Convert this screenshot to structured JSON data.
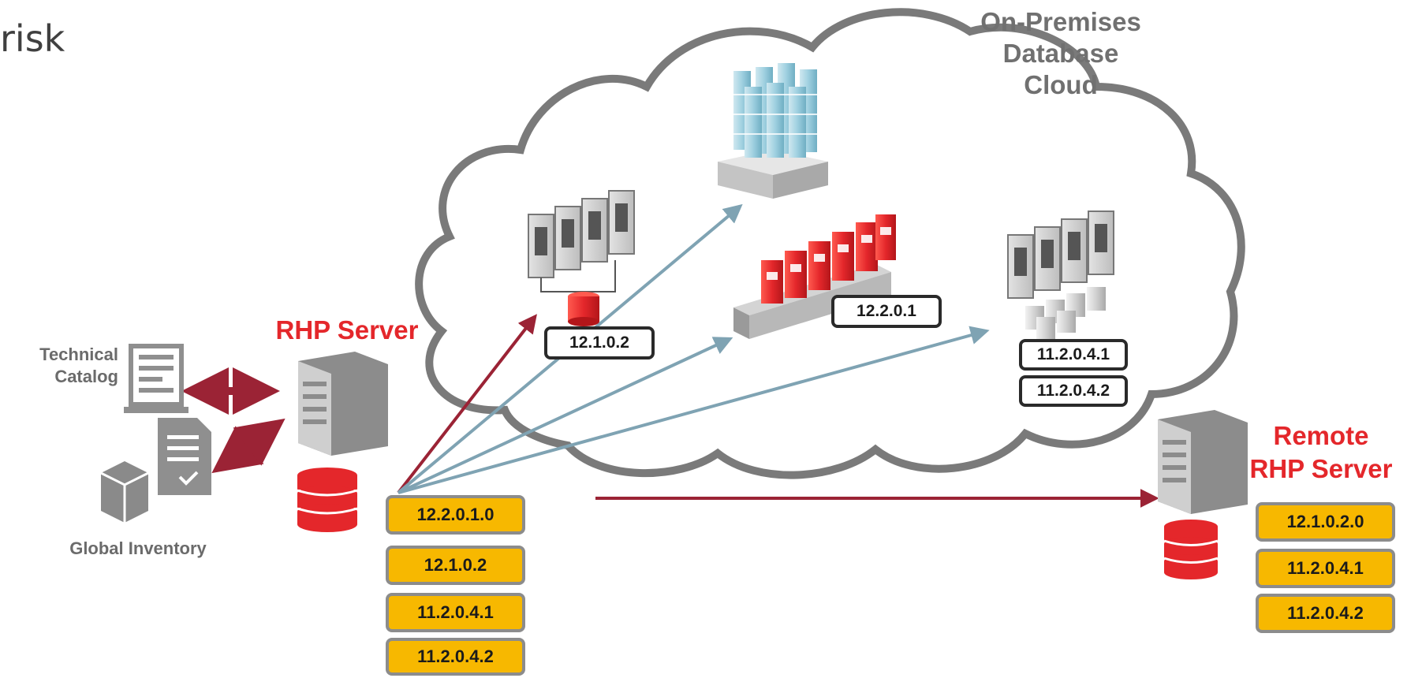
{
  "title_fragment": "risk",
  "cloud": {
    "title_line1": "On-Premises",
    "title_line2": "Database Cloud"
  },
  "rhp_server": {
    "label": "RHP Server",
    "versions": [
      "12.2.0.1.0",
      "12.1.0.2",
      "11.2.0.4.1",
      "11.2.0.4.2"
    ]
  },
  "remote_rhp_server": {
    "label_line1": "Remote",
    "label_line2": "RHP Server",
    "versions": [
      "12.1.0.2.0",
      "11.2.0.4.1",
      "11.2.0.4.2"
    ]
  },
  "technical_catalog": {
    "label_line1": "Technical",
    "label_line2": "Catalog"
  },
  "global_inventory": {
    "label": "Global Inventory"
  },
  "cloud_targets": {
    "server_cluster_left": {
      "version": "12.1.0.2"
    },
    "exadata_rack": {
      "version": "12.2.0.1"
    },
    "server_cluster_right": {
      "versions": [
        "11.2.0.4.1",
        "11.2.0.4.2"
      ]
    }
  },
  "colors": {
    "brand_red": "#e4272b",
    "arrow_maroon": "#9b2335",
    "arrow_steel": "#7fa3b3",
    "version_fill": "#f7b800",
    "cloud_outline": "#7a7a7a",
    "text_gray": "#6b6b6b"
  }
}
